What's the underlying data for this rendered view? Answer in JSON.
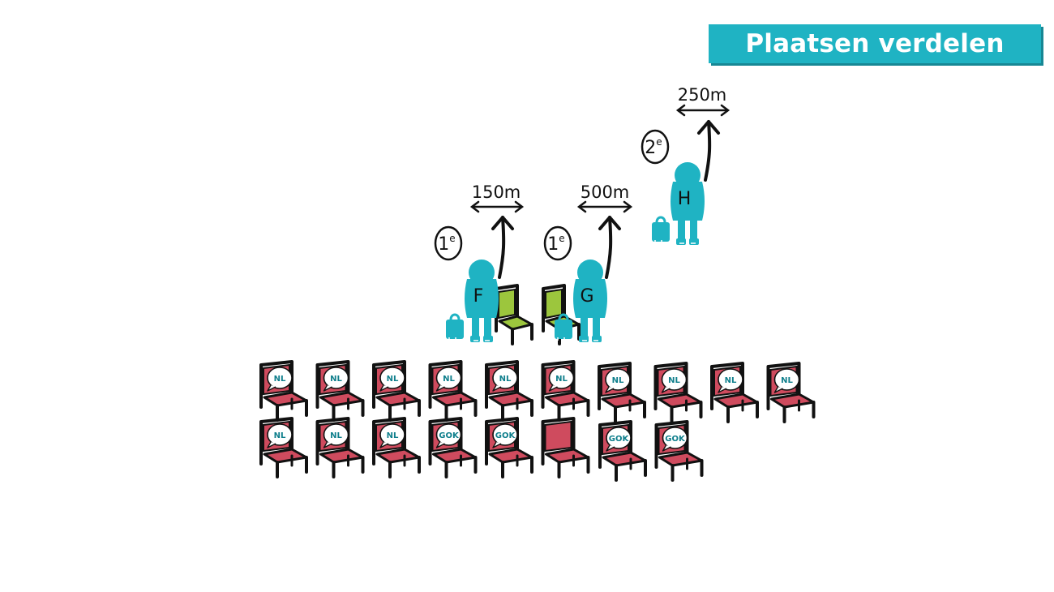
{
  "title": "Plaatsen verdelen",
  "colors": {
    "banner": "#1fb3c3",
    "person": "#1fb3c3",
    "chair_occupied": "#cf4b5e",
    "chair_free": "#9cc63d",
    "ink": "#111111"
  },
  "students": [
    {
      "letter": "F",
      "rank": "1e",
      "distance": "150m",
      "chair": "green"
    },
    {
      "letter": "G",
      "rank": "1e",
      "distance": "500m",
      "chair": "green"
    },
    {
      "letter": "H",
      "rank": "2e",
      "distance": "250m",
      "chair": "none"
    }
  ],
  "chair_rows": [
    [
      "NL",
      "NL",
      "NL",
      "NL",
      "NL",
      "NL",
      "NL",
      "NL",
      "NL",
      "NL"
    ],
    [
      "NL",
      "NL",
      "NL",
      "GOK",
      "GOK",
      "",
      "GOK",
      "GOK"
    ]
  ]
}
